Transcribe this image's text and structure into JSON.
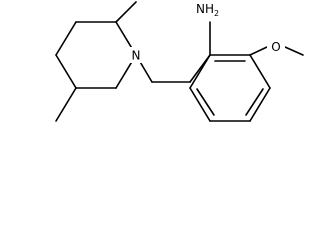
{
  "molecule": {
    "atoms": {
      "amine": {
        "main": "NH",
        "subscript": "2"
      },
      "piperidine_nitrogen": {
        "label": "N"
      },
      "ether_oxygen": {
        "label": "O"
      }
    },
    "colors": {
      "bond": "#000000",
      "text": "#000000",
      "background": "#ffffff"
    }
  }
}
